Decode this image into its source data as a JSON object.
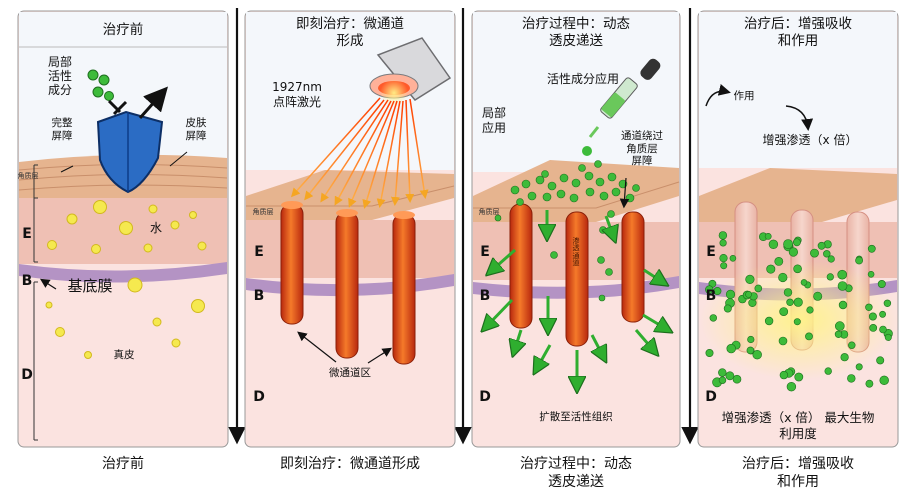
{
  "panels": [
    {
      "header": "治疗前",
      "caption": "治疗前"
    },
    {
      "header": "即刻治疗：微通道\n形成",
      "caption": "即刻治疗：微通道形成"
    },
    {
      "header": "治疗过程中：动态\n透皮递送",
      "caption": "治疗过程中：动态\n透皮递送"
    },
    {
      "header": "治疗后：增强吸收\n和作用",
      "caption": "治疗后：增强吸收\n和作用"
    }
  ],
  "panel1": {
    "active_ingredient": "局部\n活性\n成分",
    "intact_barrier": "完整\n屏障",
    "skin_barrier": "皮肤\n屏障",
    "stratum_corneum": "角质层",
    "water": "水",
    "basement_membrane": "基底膜",
    "dermis": "真皮",
    "layer_e": "E",
    "layer_b": "B",
    "layer_d": "D"
  },
  "panel2": {
    "laser": "1927nm\n点阵激光",
    "stratum_corneum": "角质层",
    "microchannel": "微通道区",
    "layer_e": "E",
    "layer_b": "B",
    "layer_d": "D"
  },
  "panel3": {
    "active_app": "活性成分应用",
    "topical": "局部\n应用",
    "bypass": "通道绕过\n角质层\n屏障",
    "stratum_corneum": "角质层",
    "channel_text": "渗透通道",
    "diffuse": "扩散至活性组织",
    "layer_e": "E",
    "layer_b": "B",
    "layer_d": "D"
  },
  "panel4": {
    "action": "作用",
    "enhanced_x": "增强渗透（x 倍）",
    "result": "增强渗透（x 倍） 最大生物\n利用度",
    "layer_e": "E",
    "layer_b": "B",
    "layer_d": "D"
  },
  "colors": {
    "epidermis": "#efc0b4",
    "dermis": "#fbe3e0",
    "stratum": "#e6b48f",
    "membrane": "#b493c4",
    "channel": "#e2401b",
    "green": "#3dbb3a",
    "yellow": "#f9e66a",
    "shield": "#2b6cc4"
  }
}
